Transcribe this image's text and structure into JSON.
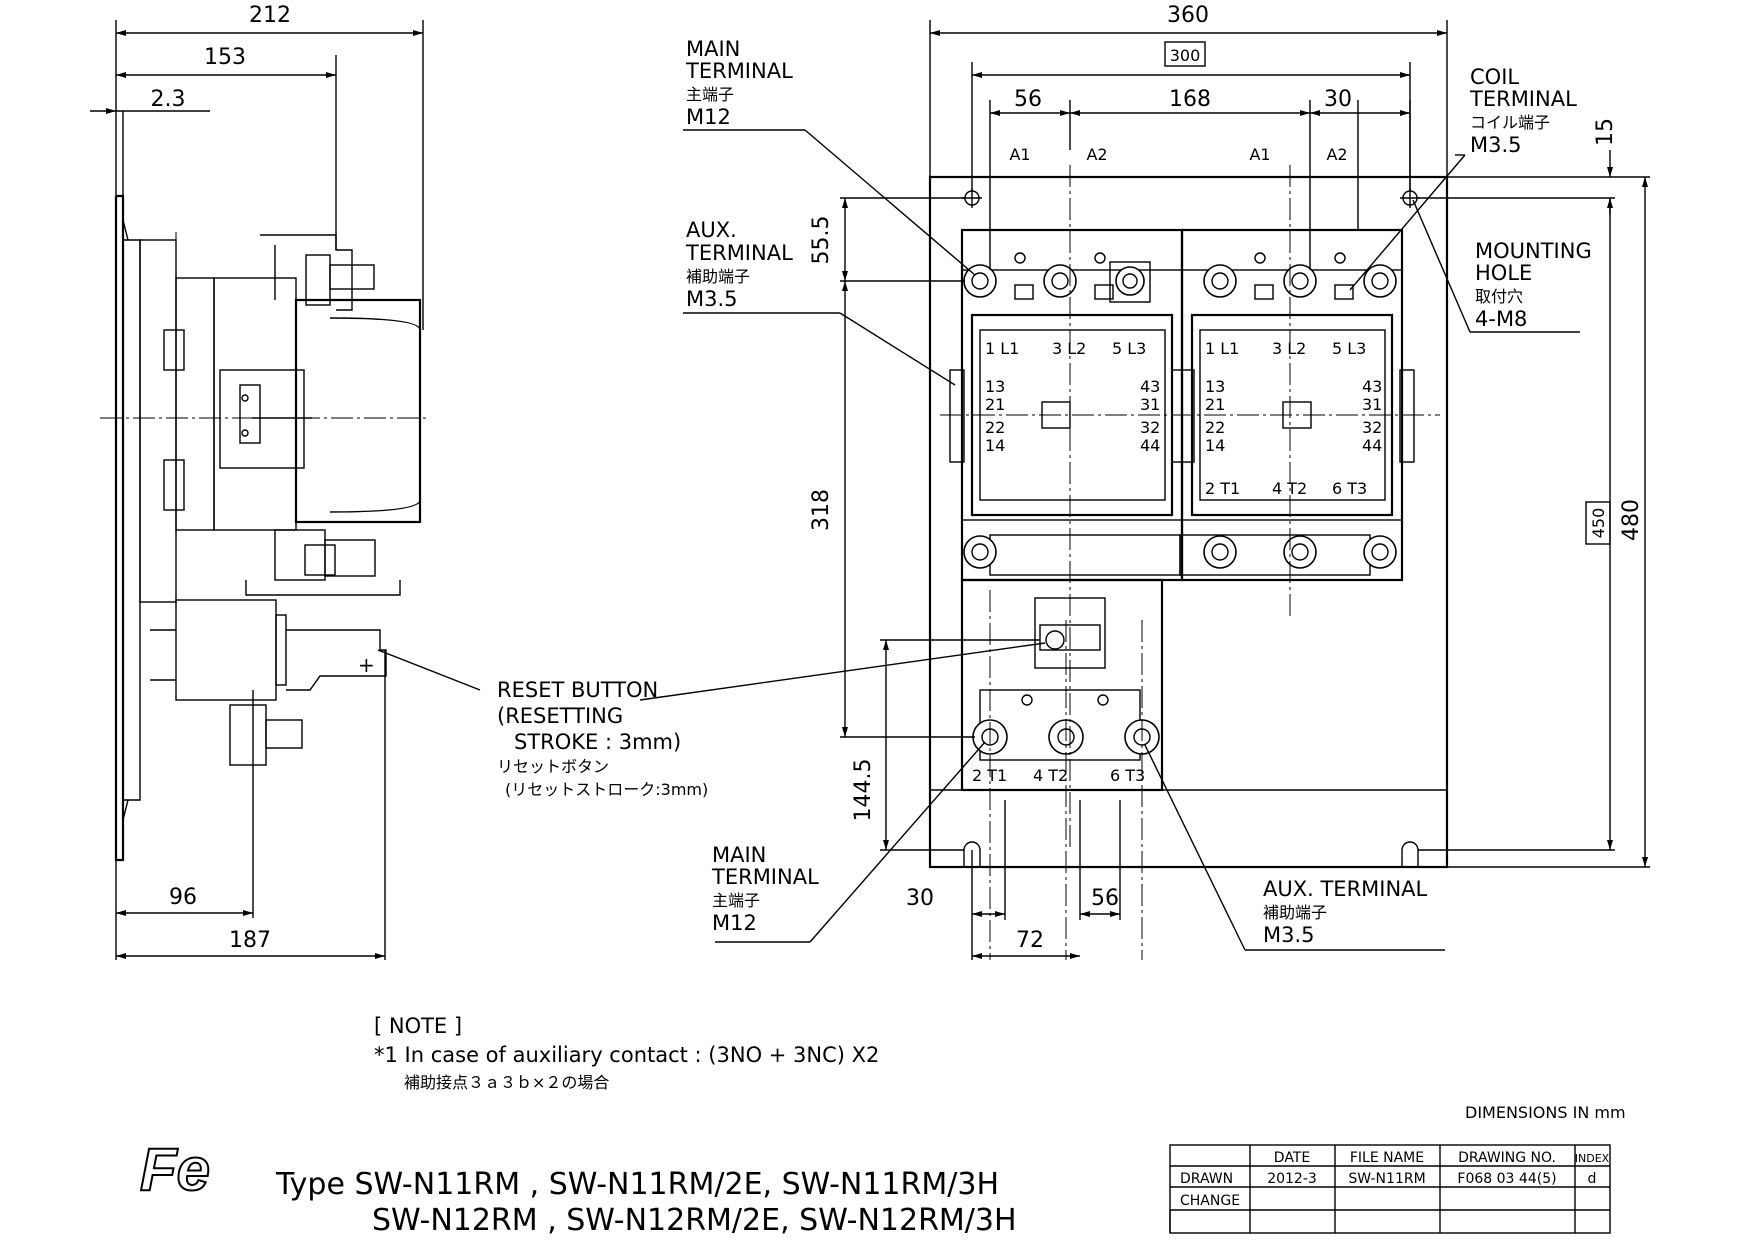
{
  "dims": {
    "side_212": "212",
    "side_153": "153",
    "side_2_3": "2.3",
    "side_96": "96",
    "side_187": "187",
    "front_360": "360",
    "front_300": "300",
    "front_56a": "56",
    "front_168": "168",
    "front_30a": "30",
    "front_15": "15",
    "front_55_5": "55.5",
    "front_318": "318",
    "front_144_5": "144.5",
    "front_450": "450",
    "front_480": "480",
    "front_30b": "30",
    "front_56b": "56",
    "front_72": "72"
  },
  "callouts": {
    "main_terminal_top": [
      "MAIN",
      "TERMINAL",
      "主端子",
      "M12"
    ],
    "aux_terminal_left": [
      "AUX.",
      "TERMINAL",
      "補助端子",
      "M3.5"
    ],
    "coil_terminal": [
      "COIL",
      "TERMINAL",
      "コイル端子",
      "M3.5"
    ],
    "mounting_hole": [
      "MOUNTING",
      "HOLE",
      "取付穴",
      "4-M8"
    ],
    "reset_button": [
      "RESET BUTTON",
      "(RESETTING",
      "STROKE : 3mm)",
      "リセットボタン",
      "(リセットストローク:3mm)"
    ],
    "main_terminal_bottom": [
      "MAIN",
      "TERMINAL",
      "主端子",
      "M12"
    ],
    "aux_terminal_bottom": [
      "AUX. TERMINAL",
      "補助端子",
      "M3.5"
    ]
  },
  "terminal_labels": {
    "coil": [
      "A1",
      "A2",
      "A1",
      "A2"
    ],
    "top_left": [
      "1 L1",
      "3 L2",
      "5 L3"
    ],
    "top_right": [
      "1 L1",
      "3 L2",
      "5 L3"
    ],
    "aux_left_a": [
      "13",
      "21",
      "22",
      "14"
    ],
    "aux_left_b": [
      "43",
      "31",
      "32",
      "44"
    ],
    "aux_right_a": [
      "13",
      "21",
      "22",
      "14"
    ],
    "aux_right_b": [
      "43",
      "31",
      "32",
      "44"
    ],
    "bottom_right": [
      "2 T1",
      "4 T2",
      "6 T3"
    ],
    "overload": [
      "2 T1",
      "4 T2",
      "6 T3"
    ]
  },
  "note": {
    "title": "[ NOTE ]",
    "line1": "*1 In case of auxiliary contact : (3NO + 3NC) X2",
    "line2": "補助接点３ａ３ｂ×２の場合"
  },
  "units_note": "DIMENSIONS IN mm",
  "logo_text": "Fe",
  "type_line1": "Type SW-N11RM , SW-N11RM/2E, SW-N11RM/3H",
  "type_line2": "SW-N12RM , SW-N12RM/2E, SW-N12RM/3H",
  "title_block": {
    "headers": [
      "DATE",
      "FILE NAME",
      "DRAWING NO.",
      "INDEX"
    ],
    "row_labels": [
      "DRAWN",
      "CHANGE"
    ],
    "drawn": [
      "2012-3",
      "SW-N11RM",
      "F068 03 44(5)",
      "d"
    ]
  }
}
